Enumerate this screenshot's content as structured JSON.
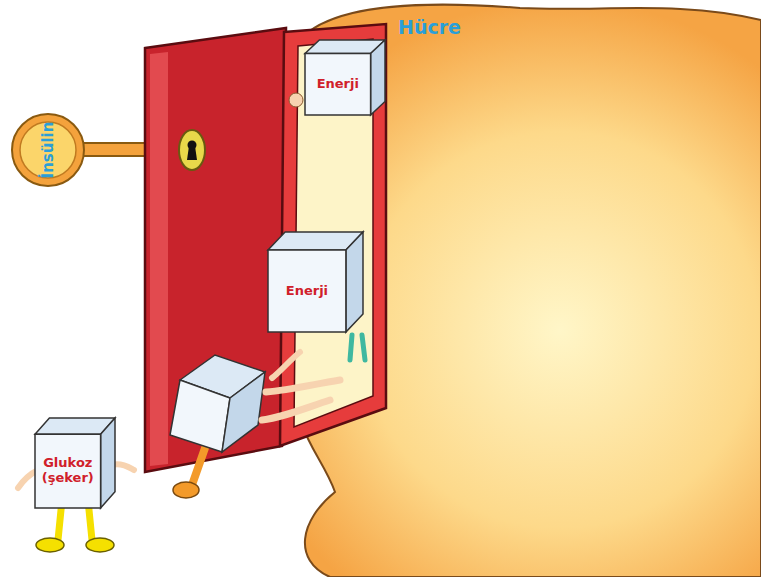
{
  "diagram": {
    "nodes": [
      {
        "text": [
          "Hücre"
        ]
      },
      {
        "text": [
          "Enerji"
        ],
        "in": 0
      },
      {
        "text": [
          "Enerji"
        ],
        "in": 0
      },
      {
        "text": [
          "Glukoz (şeker)"
        ]
      },
      {
        "text": [
          "İnsülin"
        ]
      }
    ]
  }
}
